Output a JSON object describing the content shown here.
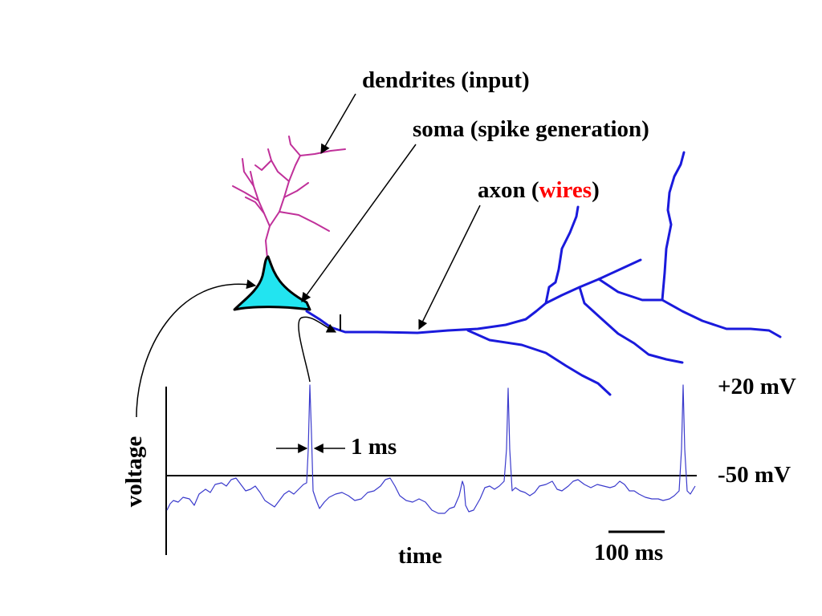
{
  "labels": {
    "dendrites": "dendrites (input)",
    "soma": "soma (spike generation)",
    "axon_prefix": "axon (",
    "axon_highlight": "wires",
    "axon_suffix": ")",
    "voltage": "voltage",
    "time": "time",
    "duration_1ms": "1 ms",
    "scale_100ms": "100 ms",
    "plus20": "+20 mV",
    "minus50": "-50 mV"
  },
  "colors": {
    "dendrite": "#c0309a",
    "soma_fill": "#22e4f0",
    "axon": "#1a1adc",
    "trace": "#3a3acc",
    "highlight": "#ff0000"
  }
}
